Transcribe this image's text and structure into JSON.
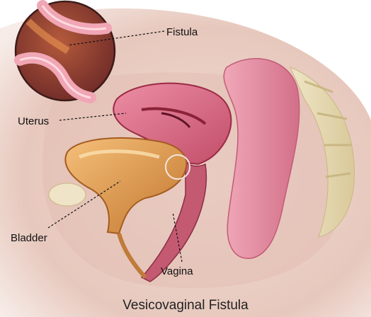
{
  "figure": {
    "title": "Vesicovaginal Fistula",
    "labels": {
      "fistula": "Fistula",
      "uterus": "Uterus",
      "bladder": "Bladder",
      "vagina": "Vagina"
    }
  },
  "colors": {
    "background": "#ffffff",
    "skin": "#e9cfc6",
    "skin_shadow": "#d9b3a8",
    "uterus": "#d9657f",
    "uterus_dark": "#9c2a45",
    "rectum": "#e48aa0",
    "bladder": "#d98a3e",
    "bladder_inner": "#f2b76a",
    "vagina": "#c45a72",
    "spine": "#e8dcb4",
    "inset_bg": "#8a3b33",
    "inset_tissue": "#f0a6b4"
  }
}
